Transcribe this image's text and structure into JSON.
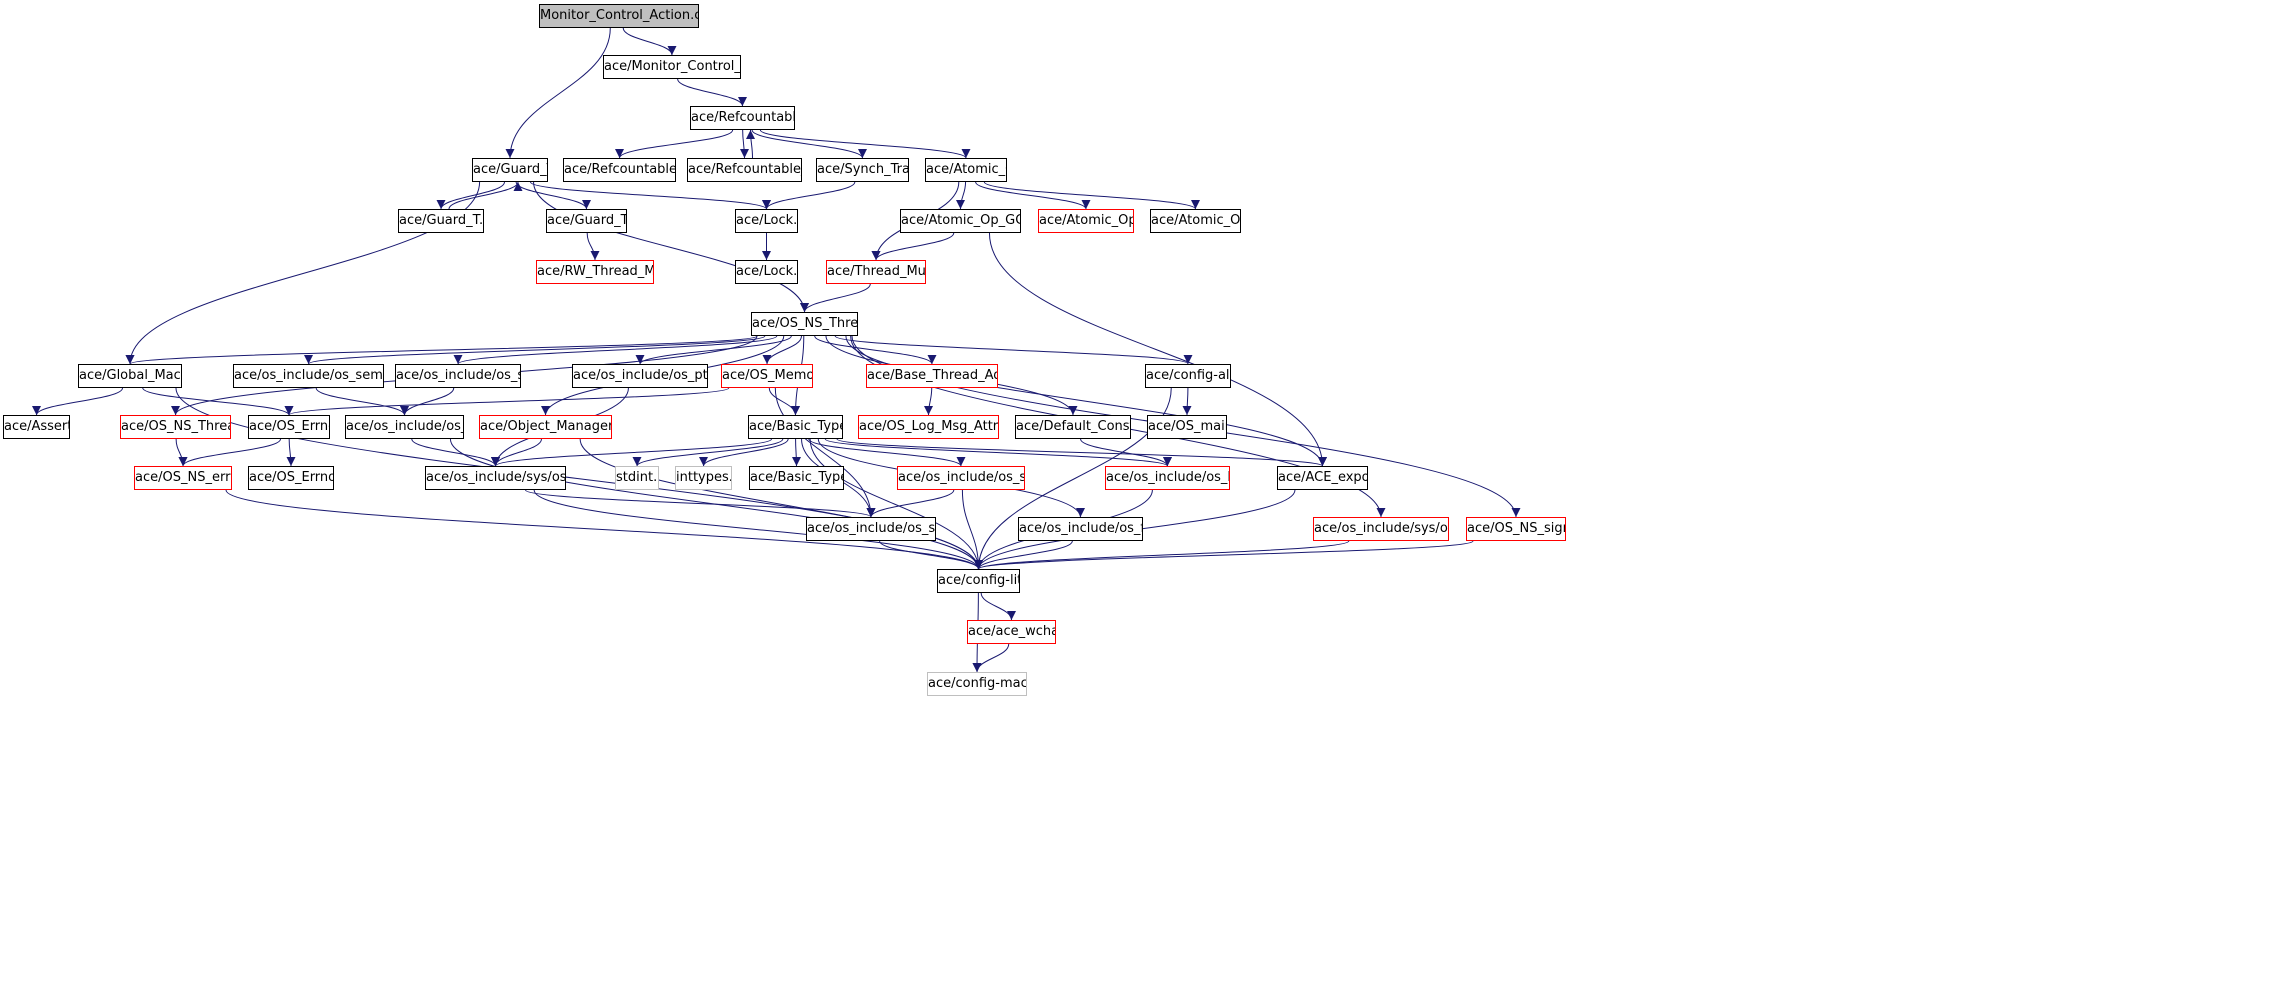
{
  "colors": {
    "edge": "#191970",
    "normal_border": "#000000",
    "truncated_border": "#ff0000",
    "external_border": "#bfbfbf",
    "root_fill": "#bfbfbf"
  },
  "nodes": {
    "monitor_cpp": {
      "label": "Monitor_Control_Action.cpp",
      "kind": "root"
    },
    "monitor_h": {
      "label": "ace/Monitor_Control_Action.h",
      "kind": "normal"
    },
    "refcountable_h": {
      "label": "ace/Refcountable_T.h",
      "kind": "normal"
    },
    "guard_h": {
      "label": "ace/Guard_T.h",
      "kind": "normal"
    },
    "refcountable_inl": {
      "label": "ace/Refcountable_T.inl",
      "kind": "normal"
    },
    "refcountable_cpp": {
      "label": "ace/Refcountable_T.cpp",
      "kind": "normal"
    },
    "synch_traits": {
      "label": "ace/Synch_Traits.h",
      "kind": "normal"
    },
    "atomic_op": {
      "label": "ace/Atomic_Op.h",
      "kind": "normal"
    },
    "guard_cpp": {
      "label": "ace/Guard_T.cpp",
      "kind": "normal"
    },
    "guard_inl": {
      "label": "ace/Guard_T.inl",
      "kind": "normal"
    },
    "lock_h": {
      "label": "ace/Lock.h",
      "kind": "normal"
    },
    "atomic_gcc": {
      "label": "ace/Atomic_Op_GCC_T.h",
      "kind": "normal"
    },
    "atomic_op_t": {
      "label": "ace/Atomic_Op_T.h",
      "kind": "truncated"
    },
    "atomic_inl": {
      "label": "ace/Atomic_Op.inl",
      "kind": "normal"
    },
    "rw_mutex": {
      "label": "ace/RW_Thread_Mutex.h",
      "kind": "truncated"
    },
    "lock_inl": {
      "label": "ace/Lock.inl",
      "kind": "normal"
    },
    "thread_mutex": {
      "label": "ace/Thread_Mutex.h",
      "kind": "truncated"
    },
    "os_ns_thread": {
      "label": "ace/OS_NS_Thread.h",
      "kind": "normal"
    },
    "global_macros": {
      "label": "ace/Global_Macros.h",
      "kind": "normal"
    },
    "os_semaphore": {
      "label": "ace/os_include/os_semaphore.h",
      "kind": "normal"
    },
    "os_sched": {
      "label": "ace/os_include/os_sched.h",
      "kind": "normal"
    },
    "os_pthread": {
      "label": "ace/os_include/os_pthread.h",
      "kind": "normal"
    },
    "os_memory": {
      "label": "ace/OS_Memory.h",
      "kind": "truncated"
    },
    "base_thread": {
      "label": "ace/Base_Thread_Adapter.h",
      "kind": "truncated"
    },
    "config_all": {
      "label": "ace/config-all.h",
      "kind": "normal"
    },
    "assert_h": {
      "label": "ace/Assert.h",
      "kind": "normal"
    },
    "os_ns_thread_inl": {
      "label": "ace/OS_NS_Thread.inl",
      "kind": "truncated"
    },
    "os_errno": {
      "label": "ace/OS_Errno.h",
      "kind": "normal"
    },
    "os_time": {
      "label": "ace/os_include/os_time.h",
      "kind": "normal"
    },
    "obj_mgr": {
      "label": "ace/Object_Manager_Base.h",
      "kind": "truncated"
    },
    "basic_types": {
      "label": "ace/Basic_Types.h",
      "kind": "normal"
    },
    "os_log": {
      "label": "ace/OS_Log_Msg_Attributes.h",
      "kind": "truncated"
    },
    "default_const": {
      "label": "ace/Default_Constants.h",
      "kind": "normal"
    },
    "os_main": {
      "label": "ace/OS_main.h",
      "kind": "normal"
    },
    "os_ns_errno": {
      "label": "ace/OS_NS_errno.h",
      "kind": "truncated"
    },
    "os_errno_inl": {
      "label": "ace/OS_Errno.inl",
      "kind": "normal"
    },
    "sys_types": {
      "label": "ace/os_include/sys/os_types.h",
      "kind": "normal"
    },
    "stdint": {
      "label": "stdint.h",
      "kind": "external"
    },
    "inttypes": {
      "label": "inttypes.h",
      "kind": "external"
    },
    "basic_inl": {
      "label": "ace/Basic_Types.inl",
      "kind": "normal"
    },
    "os_stdlib": {
      "label": "ace/os_include/os_stdlib.h",
      "kind": "truncated"
    },
    "os_limits": {
      "label": "ace/os_include/os_limits.h",
      "kind": "truncated"
    },
    "ace_export": {
      "label": "ace/ACE_export.h",
      "kind": "normal"
    },
    "os_stddef": {
      "label": "ace/os_include/os_stddef.h",
      "kind": "normal"
    },
    "os_float": {
      "label": "ace/os_include/os_float.h",
      "kind": "normal"
    },
    "sys_sem": {
      "label": "ace/os_include/sys/os_sem.h",
      "kind": "truncated"
    },
    "os_ns_signal": {
      "label": "ace/OS_NS_signal.h",
      "kind": "truncated"
    },
    "config_lite": {
      "label": "ace/config-lite.h",
      "kind": "normal"
    },
    "ace_wchar": {
      "label": "ace/ace_wchar.h",
      "kind": "truncated"
    },
    "config_macros": {
      "label": "ace/config-macros.h",
      "kind": "external"
    }
  },
  "edges": [
    [
      "monitor_cpp",
      "monitor_h"
    ],
    [
      "monitor_cpp",
      "guard_h"
    ],
    [
      "monitor_h",
      "refcountable_h"
    ],
    [
      "refcountable_h",
      "refcountable_inl"
    ],
    [
      "refcountable_h",
      "refcountable_cpp"
    ],
    [
      "refcountable_cpp",
      "refcountable_h"
    ],
    [
      "refcountable_h",
      "synch_traits"
    ],
    [
      "refcountable_h",
      "atomic_op"
    ],
    [
      "guard_h",
      "guard_cpp"
    ],
    [
      "guard_cpp",
      "guard_h"
    ],
    [
      "guard_h",
      "guard_inl"
    ],
    [
      "guard_h",
      "lock_h"
    ],
    [
      "guard_h",
      "os_ns_thread"
    ],
    [
      "guard_h",
      "global_macros"
    ],
    [
      "synch_traits",
      "lock_h"
    ],
    [
      "atomic_op",
      "atomic_gcc"
    ],
    [
      "atomic_op",
      "atomic_op_t"
    ],
    [
      "atomic_op",
      "atomic_inl"
    ],
    [
      "atomic_op",
      "thread_mutex"
    ],
    [
      "guard_inl",
      "rw_mutex"
    ],
    [
      "lock_h",
      "lock_inl"
    ],
    [
      "atomic_gcc",
      "thread_mutex"
    ],
    [
      "atomic_gcc",
      "ace_export"
    ],
    [
      "thread_mutex",
      "os_ns_thread"
    ],
    [
      "os_ns_thread",
      "global_macros"
    ],
    [
      "os_ns_thread",
      "os_semaphore"
    ],
    [
      "os_ns_thread",
      "os_sched"
    ],
    [
      "os_ns_thread",
      "os_pthread"
    ],
    [
      "os_ns_thread",
      "os_memory"
    ],
    [
      "os_ns_thread",
      "base_thread"
    ],
    [
      "os_ns_thread",
      "config_all"
    ],
    [
      "os_ns_thread",
      "os_ns_thread_inl"
    ],
    [
      "os_ns_thread",
      "obj_mgr"
    ],
    [
      "os_ns_thread",
      "basic_types"
    ],
    [
      "os_ns_thread",
      "default_const"
    ],
    [
      "os_ns_thread",
      "ace_export"
    ],
    [
      "os_ns_thread",
      "sys_sem"
    ],
    [
      "os_ns_thread",
      "os_ns_signal"
    ],
    [
      "global_macros",
      "assert_h"
    ],
    [
      "global_macros",
      "os_errno"
    ],
    [
      "global_macros",
      "config_lite"
    ],
    [
      "os_semaphore",
      "os_time"
    ],
    [
      "os_sched",
      "os_time"
    ],
    [
      "os_pthread",
      "sys_types"
    ],
    [
      "os_memory",
      "os_errno"
    ],
    [
      "os_memory",
      "basic_types"
    ],
    [
      "os_memory",
      "os_stddef"
    ],
    [
      "base_thread",
      "os_log"
    ],
    [
      "config_all",
      "os_main"
    ],
    [
      "config_all",
      "config_lite"
    ],
    [
      "os_ns_thread_inl",
      "os_ns_errno"
    ],
    [
      "os_errno",
      "os_ns_errno"
    ],
    [
      "os_errno",
      "os_errno_inl"
    ],
    [
      "os_time",
      "sys_types"
    ],
    [
      "os_time",
      "config_lite"
    ],
    [
      "obj_mgr",
      "sys_types"
    ],
    [
      "obj_mgr",
      "config_lite"
    ],
    [
      "basic_types",
      "sys_types"
    ],
    [
      "basic_types",
      "stdint"
    ],
    [
      "basic_types",
      "inttypes"
    ],
    [
      "basic_types",
      "basic_inl"
    ],
    [
      "basic_types",
      "os_stdlib"
    ],
    [
      "basic_types",
      "os_limits"
    ],
    [
      "basic_types",
      "ace_export"
    ],
    [
      "basic_types",
      "os_stddef"
    ],
    [
      "basic_types",
      "os_float"
    ],
    [
      "basic_types",
      "config_lite"
    ],
    [
      "default_const",
      "os_limits"
    ],
    [
      "os_ns_errno",
      "config_lite"
    ],
    [
      "sys_types",
      "os_stddef"
    ],
    [
      "sys_types",
      "config_lite"
    ],
    [
      "os_stdlib",
      "os_stddef"
    ],
    [
      "os_stdlib",
      "config_lite"
    ],
    [
      "os_limits",
      "config_lite"
    ],
    [
      "ace_export",
      "config_lite"
    ],
    [
      "os_stddef",
      "config_lite"
    ],
    [
      "os_float",
      "config_lite"
    ],
    [
      "sys_sem",
      "config_lite"
    ],
    [
      "os_ns_signal",
      "config_lite"
    ],
    [
      "config_lite",
      "ace_wchar"
    ],
    [
      "config_lite",
      "config_macros"
    ],
    [
      "ace_wchar",
      "config_macros"
    ]
  ]
}
